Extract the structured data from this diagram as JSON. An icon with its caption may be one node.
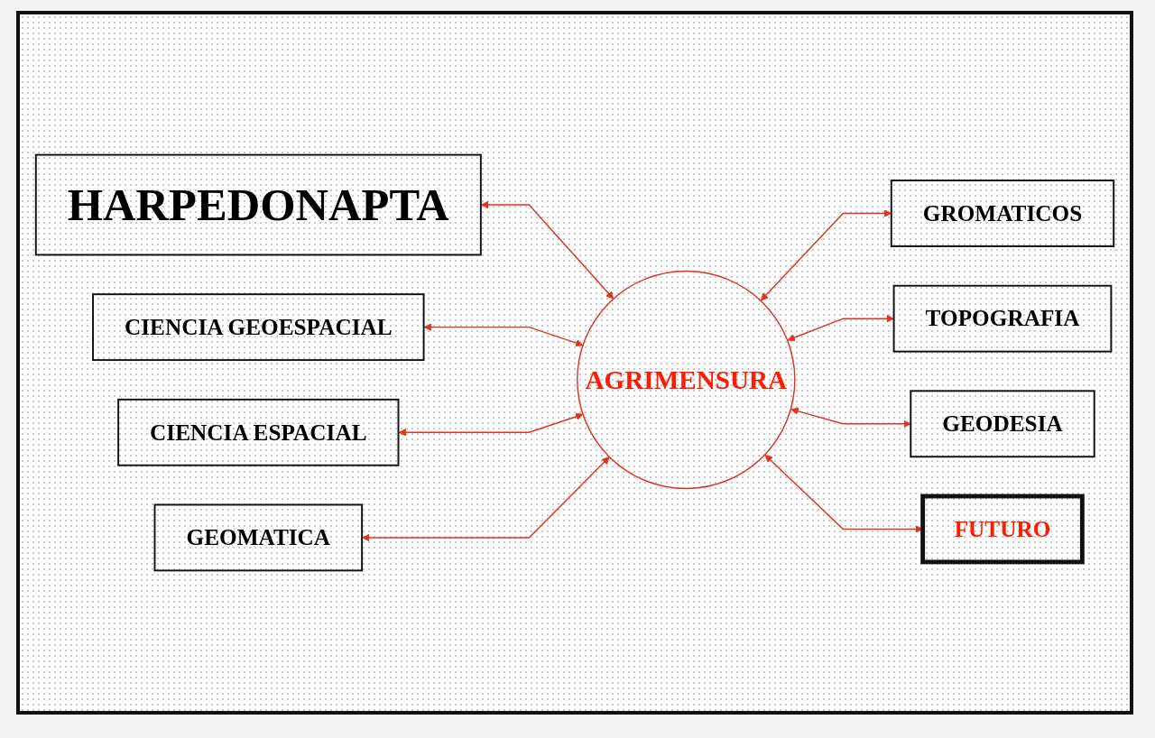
{
  "diagram": {
    "nodes": [
      {
        "text": [
          "HARPEDONAPTA"
        ]
      },
      {
        "text": [
          "CIENCIA GEOESPACIAL"
        ]
      },
      {
        "text": [
          "GROMATICOS"
        ]
      },
      {
        "text": [
          "AGRIMENSURA"
        ]
      },
      {
        "text": [
          "CIENCIA ESPACIAL"
        ]
      },
      {
        "text": [
          "TOPOGRAFIA"
        ]
      },
      {
        "text": [
          "GEOMATICA"
        ]
      },
      {
        "text": [
          "GEODESIA"
        ]
      },
      {
        "text": [
          "FUTURO"
        ]
      }
    ],
    "edges": [
      {
        "from": 0,
        "to": 3,
        "arrow": "both"
      },
      {
        "from": 1,
        "to": 3,
        "arrow": "both"
      },
      {
        "from": 3,
        "to": 2,
        "arrow": "both"
      },
      {
        "from": 4,
        "to": 3,
        "arrow": "both"
      },
      {
        "from": 3,
        "to": 5,
        "arrow": "both"
      },
      {
        "from": 6,
        "to": 3,
        "arrow": "both"
      },
      {
        "from": 3,
        "to": 7,
        "arrow": "both"
      },
      {
        "from": 3,
        "to": 8,
        "arrow": "both"
      }
    ]
  }
}
